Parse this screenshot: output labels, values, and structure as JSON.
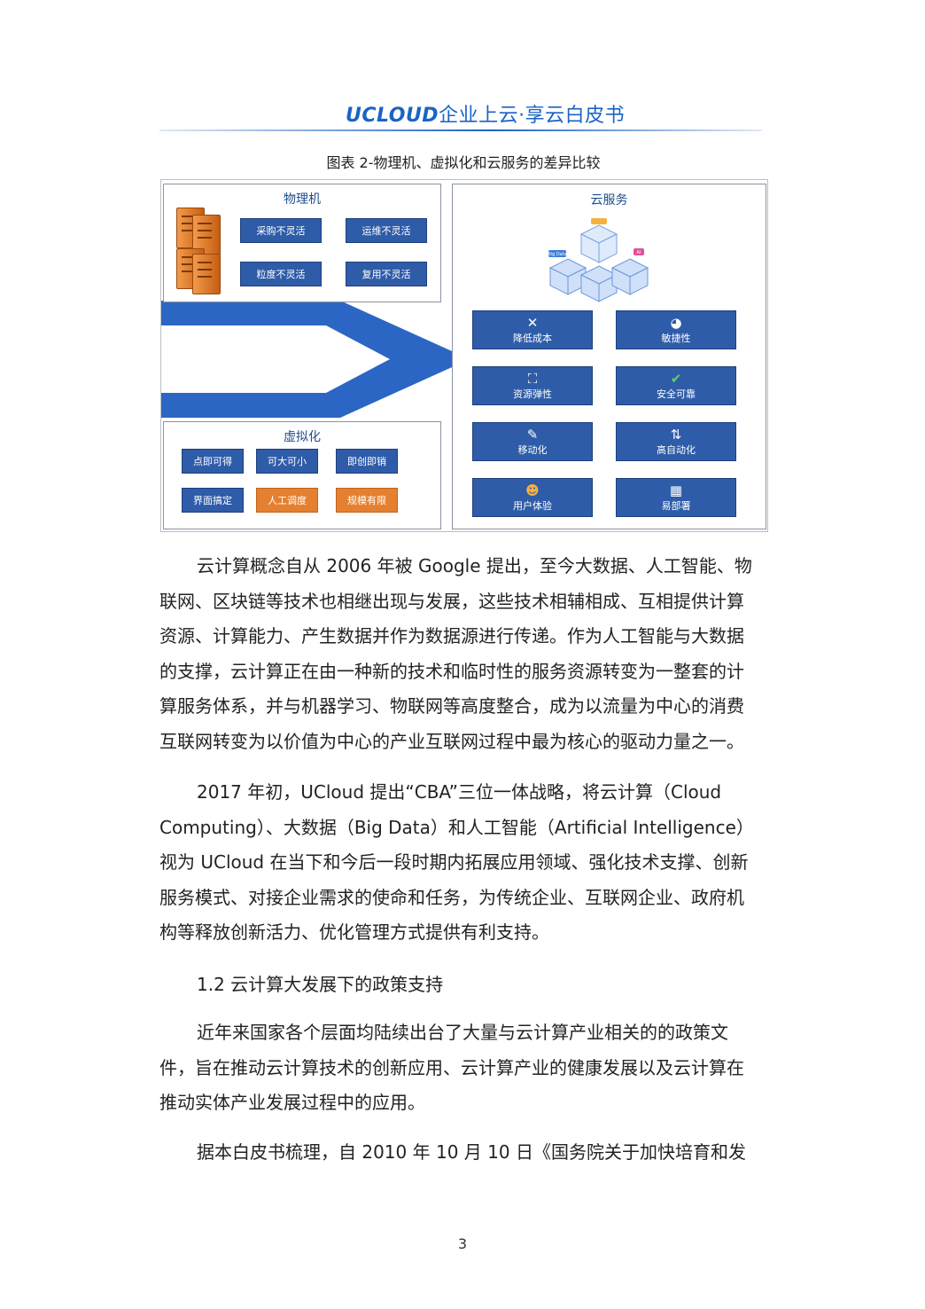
{
  "header": {
    "brand_logo": "UCLOUD",
    "brand_tagline": "企业上云·享云白皮书"
  },
  "figure": {
    "caption": "图表 2-物理机、虚拟化和云服务的差异比较",
    "physical": {
      "title": "物理机",
      "tags": [
        "采购不灵活",
        "运维不灵活",
        "粒度不灵活",
        "复用不灵活"
      ]
    },
    "virtualization": {
      "title": "虚拟化",
      "tags": [
        "点即可得",
        "可大可小",
        "即创即销",
        "界面搞定",
        "人工调度",
        "规模有限"
      ]
    },
    "cloud": {
      "title": "云服务",
      "tiles": [
        {
          "label": "降低成本",
          "icon": "tools-icon"
        },
        {
          "label": "敏捷性",
          "icon": "gauge-icon"
        },
        {
          "label": "资源弹性",
          "icon": "expand-icon"
        },
        {
          "label": "安全可靠",
          "icon": "check-icon"
        },
        {
          "label": "移动化",
          "icon": "edit-icon"
        },
        {
          "label": "高自动化",
          "icon": "sort-icon"
        },
        {
          "label": "用户体验",
          "icon": "smile-icon"
        },
        {
          "label": "易部署",
          "icon": "grid-icon"
        }
      ],
      "art_labels": [
        "Big Data",
        "AI"
      ]
    },
    "colors": {
      "tile_blue": "#2f5ca8",
      "tag_orange": "#e58030",
      "arrow_blue": "#2c66c4"
    }
  },
  "body": {
    "para1": [
      "云计算概念自从 2006 年被 Google 提出，至今大数据、人工智能、物",
      "联网、区块链等技术也相继出现与发展，这些技术相辅相成、互相提供计算",
      "资源、计算能力、产生数据并作为数据源进行传递。作为人工智能与大数据",
      "的支撑，云计算正在由一种新的技术和临时性的服务资源转变为一整套的计",
      "算服务体系，并与机器学习、物联网等高度整合，成为以流量为中心的消费",
      "互联网转变为以价值为中心的产业互联网过程中最为核心的驱动力量之一。"
    ],
    "para2": [
      "2017 年初，UCloud 提出“CBA”三位一体战略，将云计算（Cloud",
      "Computing）、大数据（Big Data）和人工智能（Artificial Intelligence）",
      "视为 UCloud 在当下和今后一段时期内拓展应用领域、强化技术支撑、创新",
      "服务模式、对接企业需求的使命和任务，为传统企业、互联网企业、政府机",
      "构等释放创新活力、优化管理方式提供有利支持。"
    ],
    "heading": "1.2  云计算大发展下的政策支持",
    "para3": [
      "近年来国家各个层面均陆续出台了大量与云计算产业相关的的政策文",
      "件，旨在推动云计算技术的创新应用、云计算产业的健康发展以及云计算在",
      "推动实体产业发展过程中的应用。"
    ],
    "para4": [
      "据本白皮书梳理，自 2010 年 10 月 10 日《国务院关于加快培育和发"
    ]
  },
  "page_number": "3"
}
